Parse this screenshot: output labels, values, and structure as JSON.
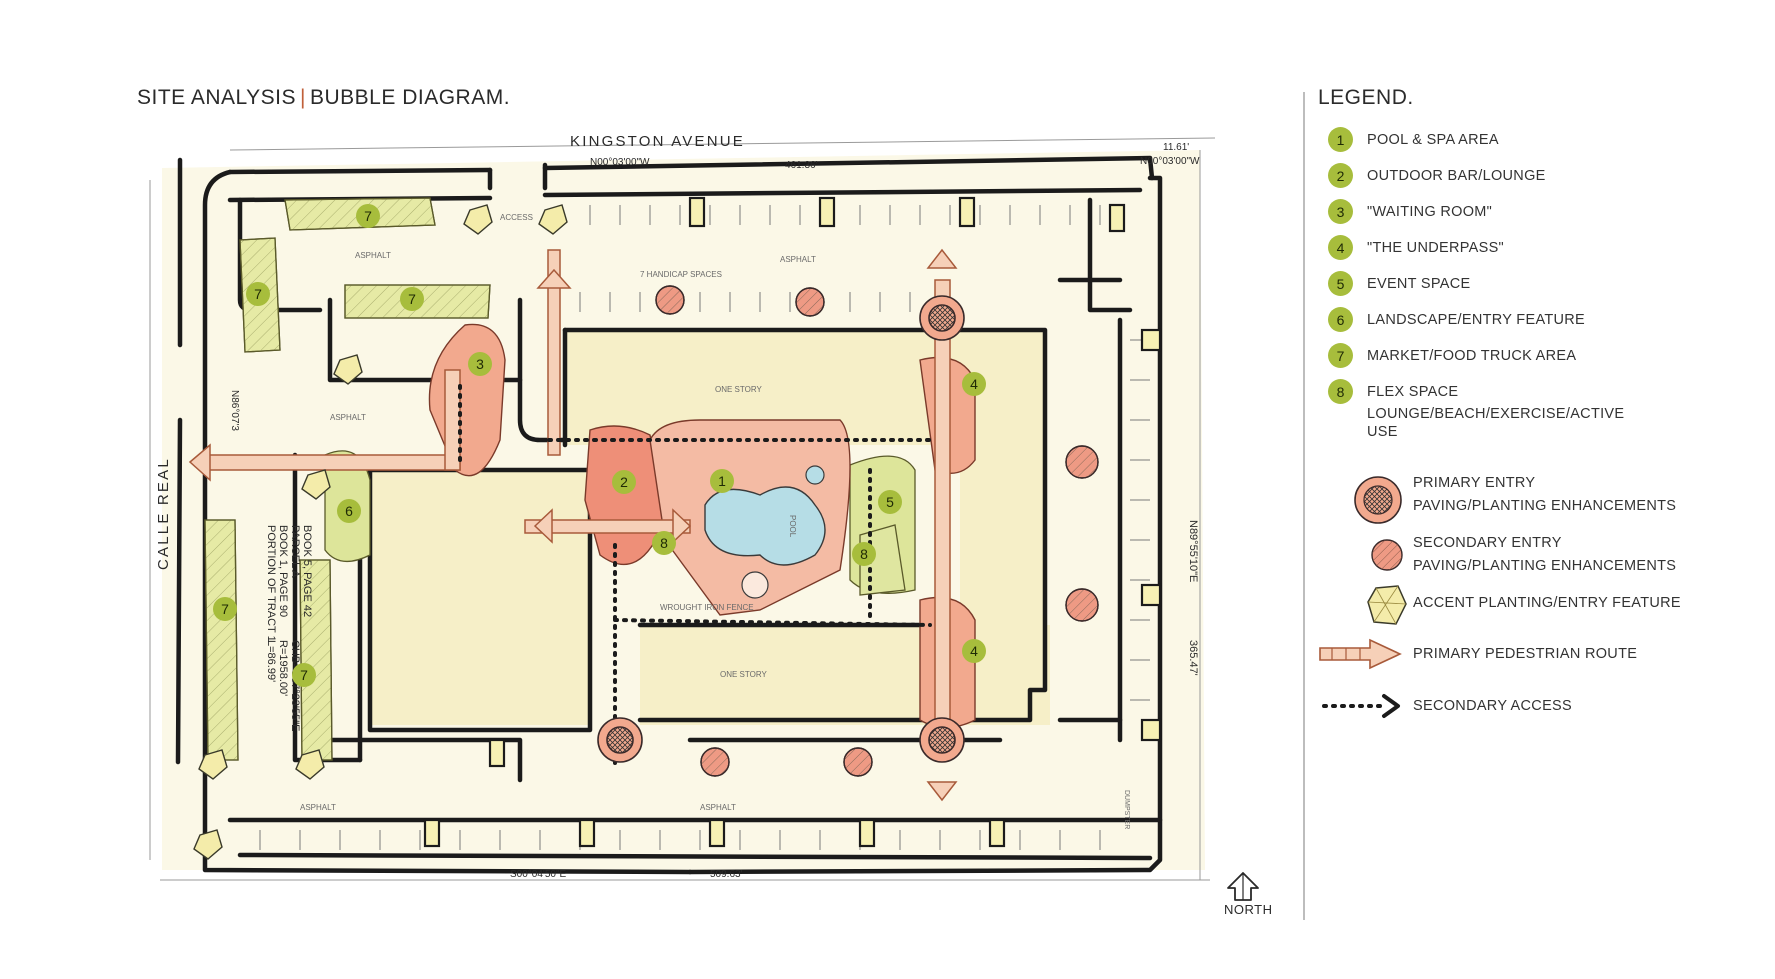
{
  "title": {
    "part1": "SITE ANALYSIS",
    "separator": "|",
    "part2": "BUBBLE DIAGRAM."
  },
  "streets": {
    "north": "KINGSTON AVENUE",
    "west": "CALLE REAL"
  },
  "bearings": {
    "north_left": "N00°03'00\"W",
    "north_right": "N00°03'00\"W",
    "north_dist": "461.36'",
    "north_small": "11.61'",
    "east": "N89°55'10\"E",
    "east_dist": "365.47'",
    "south": "S00°04'50\"E",
    "south_dist": "509.63'",
    "west": "N86°07'3"
  },
  "plan_labels": {
    "asphalt": "ASPHALT",
    "access": "ACCESS",
    "handicap": "7 HANDICAP SPACES",
    "pool": "POOL",
    "fence": "WROUGHT IRON FENCE",
    "one_story": "ONE STORY",
    "dumpster": "DUMPSTER",
    "tract_lines": [
      "PORTION OF TRACT 1",
      "BOOK 1, PAGE 90",
      "PARCEL A",
      "BOOK 5, PAGE 42",
      "L=86.99'",
      "R=1958.00'",
      "CHB=S87°23'55\"E"
    ]
  },
  "bubbles": [
    "1",
    "2",
    "3",
    "4",
    "4",
    "5",
    "6",
    "7",
    "7",
    "7",
    "7",
    "7",
    "8",
    "8"
  ],
  "legend": {
    "title": "LEGEND.",
    "items": [
      {
        "num": "1",
        "label": "POOL & SPA AREA"
      },
      {
        "num": "2",
        "label": "OUTDOOR BAR/LOUNGE"
      },
      {
        "num": "3",
        "label": "\"WAITING ROOM\""
      },
      {
        "num": "4",
        "label": "\"THE UNDERPASS\""
      },
      {
        "num": "5",
        "label": "EVENT SPACE"
      },
      {
        "num": "6",
        "label": "LANDSCAPE/ENTRY FEATURE"
      },
      {
        "num": "7",
        "label": "MARKET/FOOD TRUCK AREA"
      },
      {
        "num": "8",
        "label": "FLEX SPACE",
        "sub1": "LOUNGE/BEACH/EXERCISE/ACTIVE",
        "sub2": "USE"
      }
    ],
    "symbols": [
      {
        "line1": "PRIMARY ENTRY",
        "line2": "PAVING/PLANTING ENHANCEMENTS"
      },
      {
        "line1": "SECONDARY ENTRY",
        "line2": "PAVING/PLANTING ENHANCEMENTS"
      },
      {
        "line1": "ACCENT PLANTING/ENTRY FEATURE"
      },
      {
        "line1": "PRIMARY PEDESTRIAN ROUTE"
      },
      {
        "line1": "SECONDARY ACCESS"
      }
    ]
  },
  "north_arrow": {
    "label": "NORTH"
  },
  "colors": {
    "bubble_green": "#a7bd3c",
    "salmon": "#f2a98e",
    "pale_yellow": "#f6f2c9",
    "yellow_green": "#dfe6a0",
    "pool_blue": "#b6dde6",
    "linework": "#1b1b1b"
  }
}
